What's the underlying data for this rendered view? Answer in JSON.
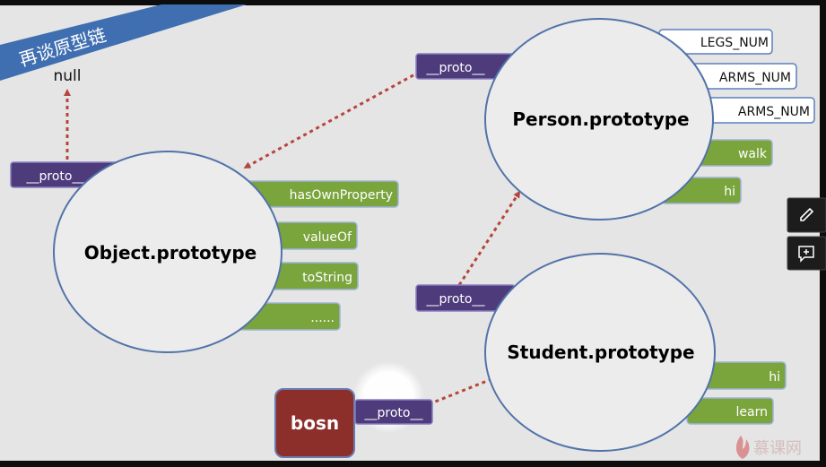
{
  "title_banner": "再谈原型链",
  "null_label": "null",
  "proto_label": "__proto__",
  "object_prototype": {
    "title": "Object.prototype",
    "members": [
      "hasOwnProperty",
      "valueOf",
      "toString",
      "......"
    ]
  },
  "person_prototype": {
    "title": "Person.prototype",
    "constants": [
      "LEGS_NUM",
      "ARMS_NUM",
      "ARMS_NUM"
    ],
    "methods": [
      "walk",
      "hi"
    ]
  },
  "student_prototype": {
    "title": "Student.prototype",
    "methods": [
      "hi",
      "learn"
    ]
  },
  "instance": {
    "label": "bosn"
  },
  "watermark": "慕课网",
  "toolbar": {
    "edit_icon": "pencil-icon",
    "comment_icon": "comment-plus-icon"
  },
  "colors": {
    "proto_tag": "#4d3b7c",
    "method_tag": "#7aa43c",
    "arrow": "#b5463c",
    "instance_box": "#8c2e2a",
    "banner": "#3f6fb1"
  }
}
